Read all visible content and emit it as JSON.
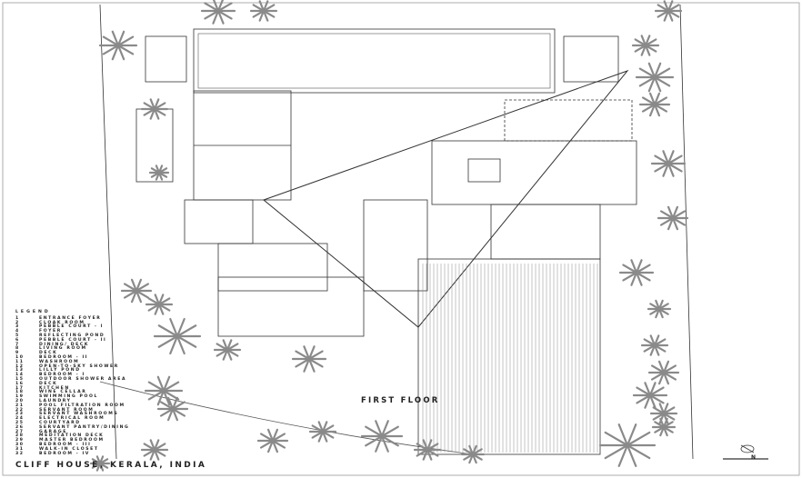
{
  "legend": {
    "title": "LEGEND",
    "items": [
      {
        "n": "1",
        "label": "ENTRANCE FOYER"
      },
      {
        "n": "2",
        "label": "CLOAK ROOM"
      },
      {
        "n": "3",
        "label": "PEBBLE COURT - I"
      },
      {
        "n": "4",
        "label": "FOYER"
      },
      {
        "n": "5",
        "label": "REFLECTING POND"
      },
      {
        "n": "6",
        "label": "PEBBLE COURT - II"
      },
      {
        "n": "7",
        "label": "DINING/ DECK"
      },
      {
        "n": "8",
        "label": "LIVING ROOM"
      },
      {
        "n": "9",
        "label": "DECK"
      },
      {
        "n": "10",
        "label": "BEDROOM - II"
      },
      {
        "n": "11",
        "label": "WASHROOM"
      },
      {
        "n": "12",
        "label": "OPEN-TO-SKY SHOWER"
      },
      {
        "n": "13",
        "label": "LILLY POND"
      },
      {
        "n": "14",
        "label": "BEDROOM - I"
      },
      {
        "n": "15",
        "label": "OUTDOOR SHOWER AREA"
      },
      {
        "n": "16",
        "label": "DECK"
      },
      {
        "n": "17",
        "label": "KITCHEN"
      },
      {
        "n": "18",
        "label": "WINE CELLAR"
      },
      {
        "n": "19",
        "label": "SWIMMING POOL"
      },
      {
        "n": "20",
        "label": "LAUNDRY"
      },
      {
        "n": "21",
        "label": "POOL FILTRATION ROOM"
      },
      {
        "n": "22",
        "label": "SERVANT ROOM"
      },
      {
        "n": "23",
        "label": "SERVANT WASHROOMS"
      },
      {
        "n": "24",
        "label": "ELECTRICAL ROOM"
      },
      {
        "n": "25",
        "label": "COURTYARD"
      },
      {
        "n": "26",
        "label": "SERVANT PANTRY/DINING"
      },
      {
        "n": "27",
        "label": "GARAGE"
      },
      {
        "n": "28",
        "label": "MEDITATION DECK"
      },
      {
        "n": "29",
        "label": "MASTER BEDROOM"
      },
      {
        "n": "30",
        "label": "BEDROOM - III"
      },
      {
        "n": "31",
        "label": "WALK-IN CLOSET"
      },
      {
        "n": "32",
        "label": "BEDROOM - IV"
      }
    ]
  },
  "drawing_title": "CLIFF HOUSE, KERALA, INDIA",
  "floor_label": "FIRST FLOOR",
  "north_label": "N",
  "colors": {
    "line": "#333333",
    "tree": "#8a8a8a",
    "hatch": "#777777"
  }
}
